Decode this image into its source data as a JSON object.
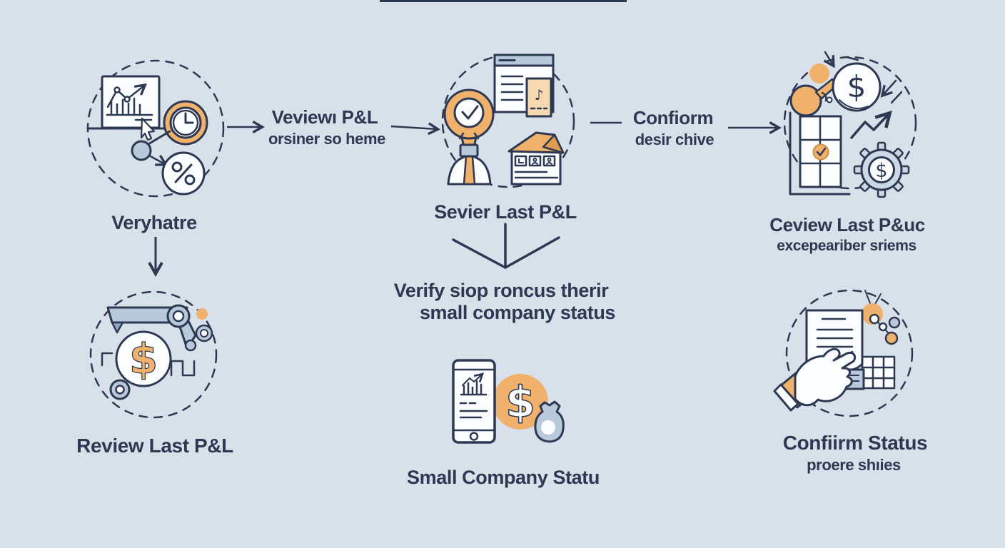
{
  "palette": {
    "background": "#d8e1ea",
    "ink": "#2d3953",
    "orange": "#f0b16c",
    "orange_soft": "#f6d9ae",
    "blue_gray": "#b7c9da",
    "gear_gray": "#ccd8e3",
    "white": "#fcfdfe"
  },
  "glyphs": {
    "dollar": "$",
    "music_note": "♪"
  },
  "flow": {
    "step1": {
      "label": "Veryhatre",
      "icon": "chart-clock-percent-cluster"
    },
    "edge_1_2": {
      "title": "Veviewı P&L",
      "subtitle": "orsiner so heme"
    },
    "step2": {
      "label": "Sevier Last P&L",
      "icon": "idea-browser-house-cluster"
    },
    "edge_2_3": {
      "title": "Confiorm",
      "subtitle": "desir chive"
    },
    "step3": {
      "title": "Ceview Last P&uc",
      "subtitle": "excepeariber sriems",
      "icon": "fist-coin-table-gear-cluster"
    },
    "note": {
      "line1": "Verify siop roncus therir",
      "line2": "small company status"
    },
    "step4": {
      "label": "Review Last P&L",
      "icon": "dollar-badge-cluster"
    },
    "step5": {
      "label": "Small Company Statu",
      "icon": "phone-coin-moneybag-cluster"
    },
    "step6": {
      "title": "Confiirm Status",
      "subtitle": "proere shıies",
      "icon": "hand-document-grid-cluster"
    }
  }
}
